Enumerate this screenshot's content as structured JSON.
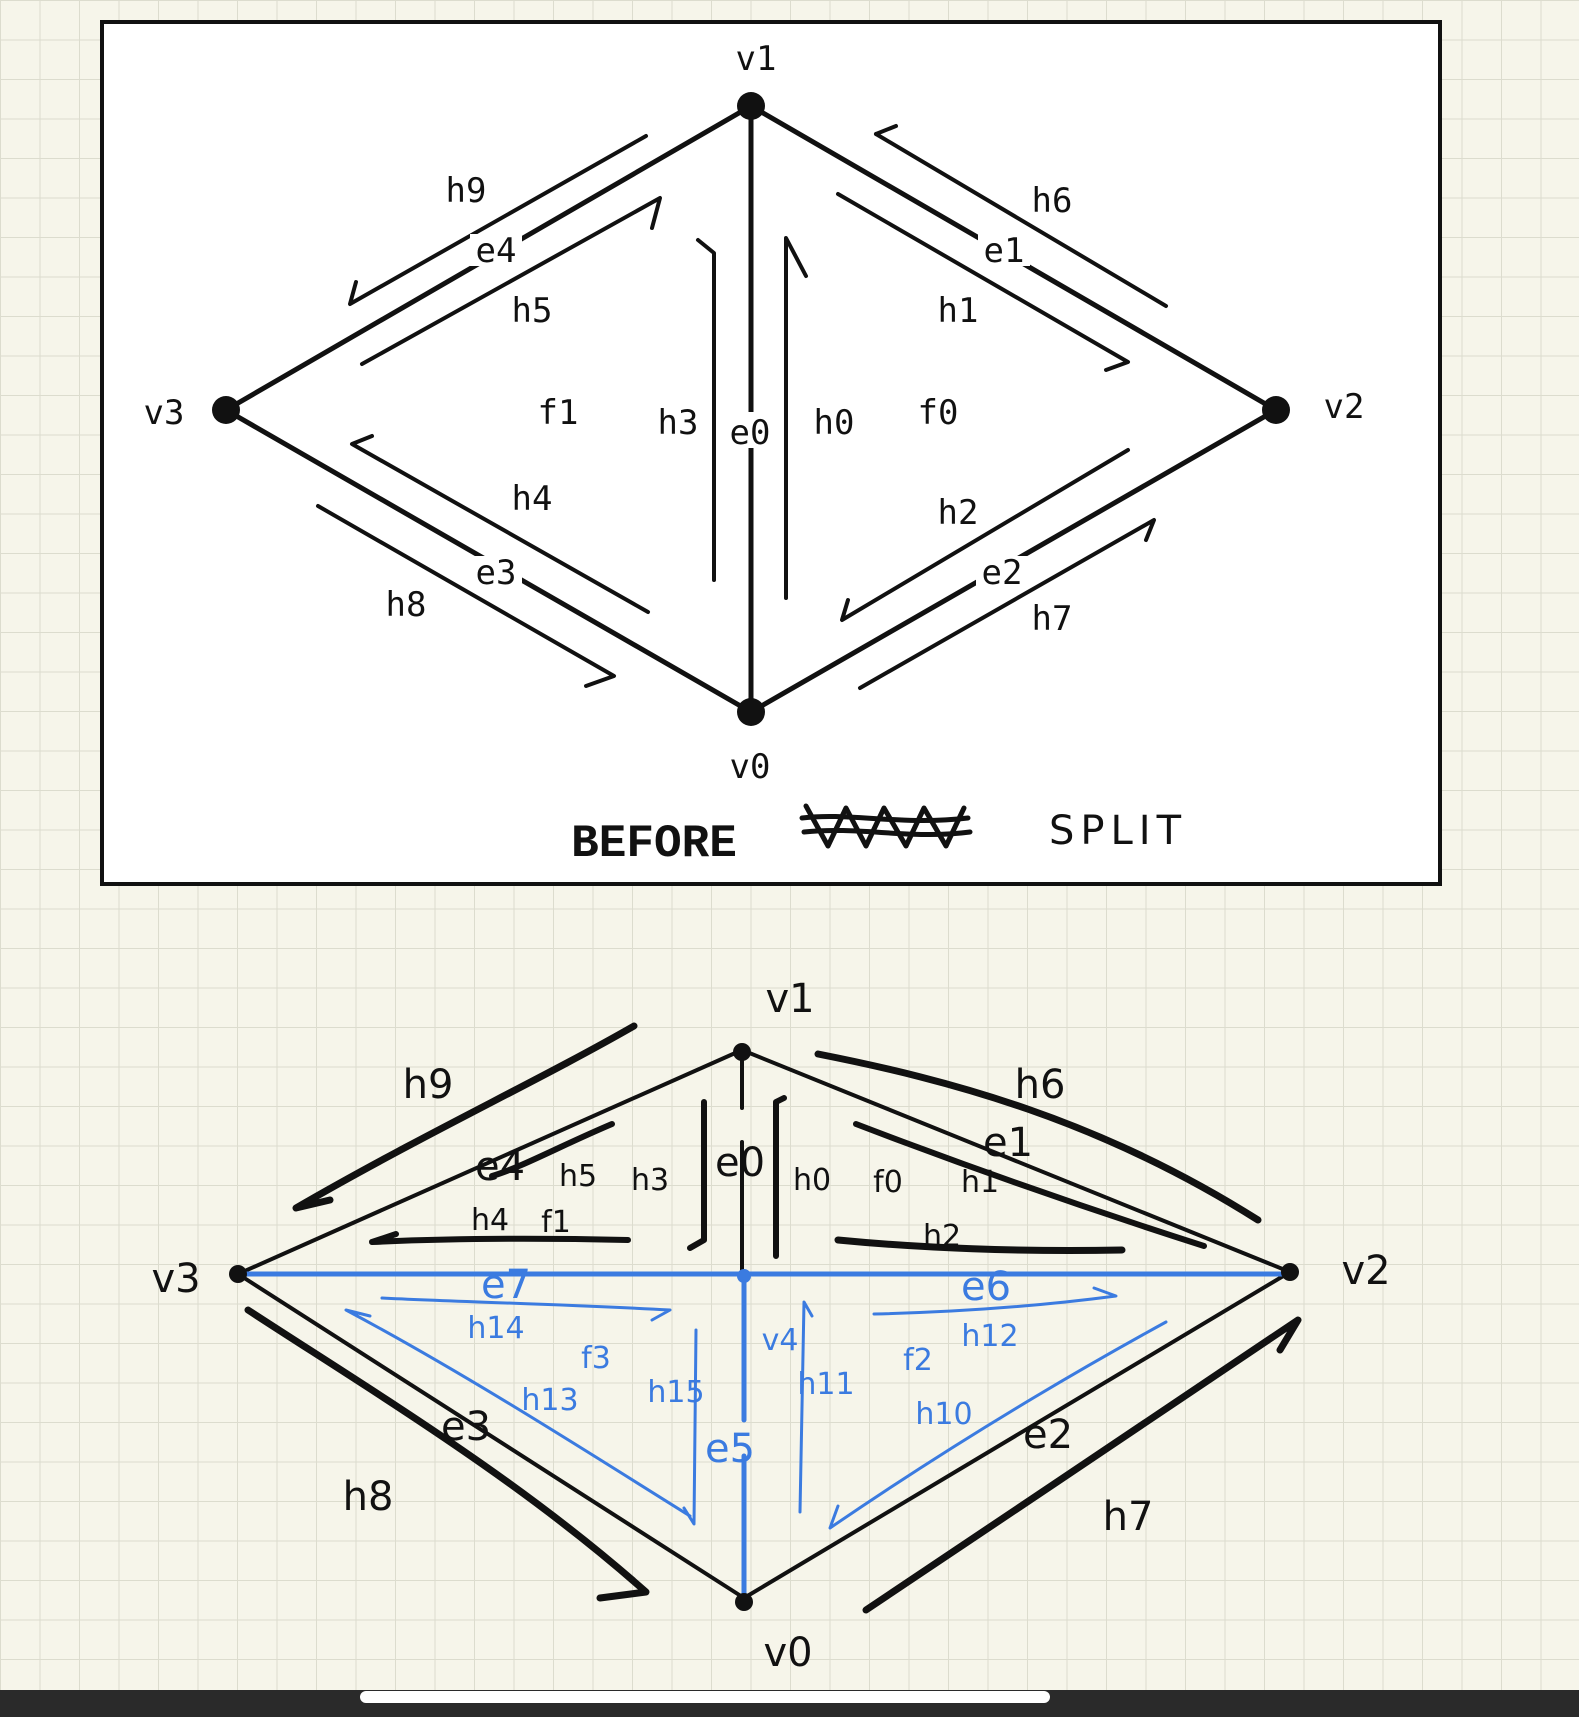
{
  "top_figure": {
    "vertices": {
      "v0": "v0",
      "v1": "v1",
      "v2": "v2",
      "v3": "v3"
    },
    "edges": {
      "e0": "e0",
      "e1": "e1",
      "e2": "e2",
      "e3": "e3",
      "e4": "e4"
    },
    "halfedges": {
      "h0": "h0",
      "h1": "h1",
      "h2": "h2",
      "h3": "h3",
      "h4": "h4",
      "h5": "h5",
      "h6": "h6",
      "h7": "h7",
      "h8": "h8",
      "h9": "h9"
    },
    "faces": {
      "f0": "f0",
      "f1": "f1"
    },
    "caption_printed": "BEFORE",
    "caption_handwritten": "SPLIT"
  },
  "bottom_figure": {
    "vertices": {
      "v0": "v0",
      "v1": "v1",
      "v2": "v2",
      "v3": "v3",
      "v4": "v4"
    },
    "edges": {
      "e0": "e0",
      "e1": "e1",
      "e2": "e2",
      "e3": "e3",
      "e4": "e4",
      "e5": "e5",
      "e6": "e6",
      "e7": "e7"
    },
    "halfedges": {
      "h0": "h0",
      "h1": "h1",
      "h2": "h2",
      "h3": "h3",
      "h4": "h4",
      "h5": "h5",
      "h6": "h6",
      "h7": "h7",
      "h8": "h8",
      "h9": "h9",
      "h10": "h10",
      "h11": "h11",
      "h12": "h12",
      "h13": "h13",
      "h14": "h14",
      "h15": "h15"
    },
    "faces": {
      "f0": "f0",
      "f1": "f1",
      "f2": "f2",
      "f3": "f3"
    }
  },
  "colors": {
    "ink": "#111111",
    "blue_ink": "#3b7be0",
    "paper": "#f6f5ea",
    "grid": "#dcdcce"
  }
}
